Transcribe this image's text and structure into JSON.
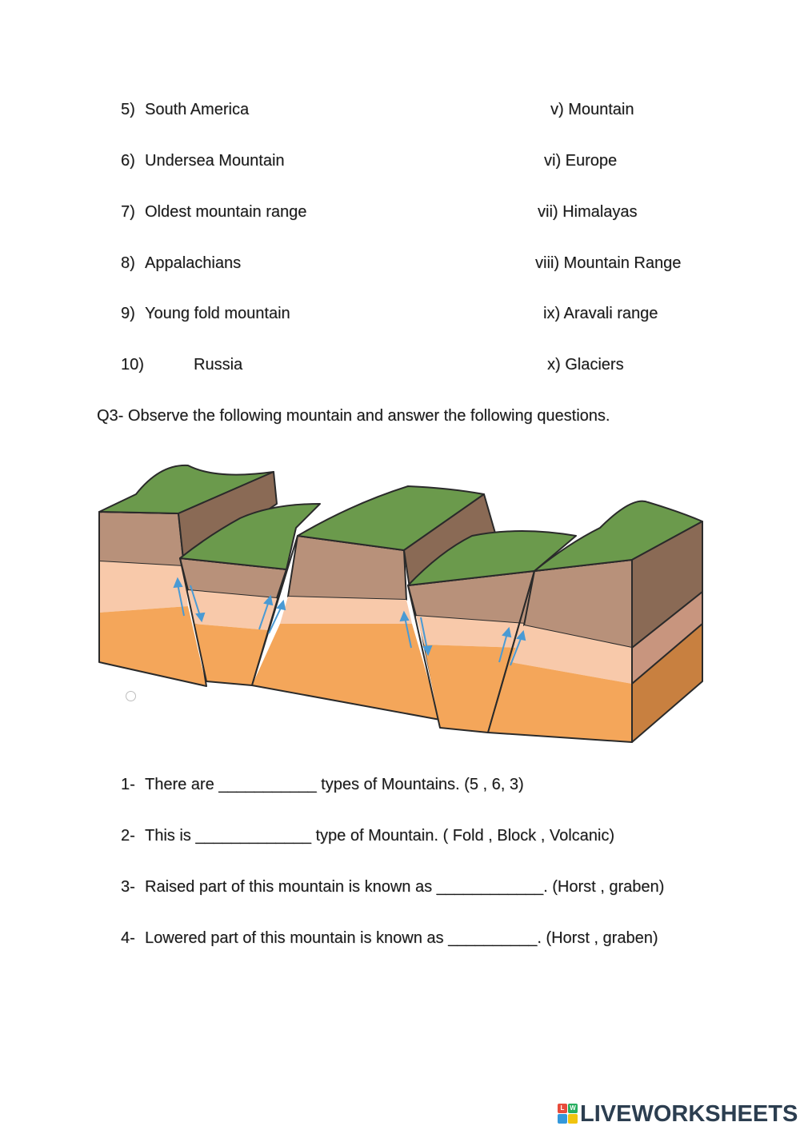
{
  "matching": {
    "left": [
      {
        "num": "5)",
        "text": "South America"
      },
      {
        "num": "6)",
        "text": "Undersea Mountain"
      },
      {
        "num": "7)",
        "text": "Oldest mountain range"
      },
      {
        "num": "8)",
        "text": "Appalachians"
      },
      {
        "num": "9)",
        "text": "Young fold mountain"
      },
      {
        "num": "10)",
        "text": "Russia"
      }
    ],
    "right": [
      "v) Mountain",
      "vi) Europe",
      "vii) Himalayas",
      "viii) Mountain Range",
      "ix) Aravali range",
      "x) Glaciers"
    ]
  },
  "q3": {
    "heading": "Q3- Observe the following mountain and answer the following questions.",
    "questions": [
      {
        "num": "1-",
        "text": "There are ___________ types of Mountains. (5 , 6, 3)"
      },
      {
        "num": "2-",
        "text": "This is _____________ type of Mountain. ( Fold , Block , Volcanic)"
      },
      {
        "num": "3-",
        "text": "Raised part of this mountain is known as ____________. (Horst , graben)"
      },
      {
        "num": "4-",
        "text": "Lowered part of this mountain is known as __________. (Horst , graben)"
      }
    ]
  },
  "logo": {
    "text": "LIVEWORKSHEETS",
    "tiles": [
      "L",
      "W"
    ],
    "colors": {
      "text": "#2c3e50",
      "tile1": "#e74c3c",
      "tile2": "#27ae60",
      "tile3": "#3498db",
      "tile4": "#f1c40f"
    }
  },
  "colors": {
    "grass": "#6b9a4c",
    "rock_top": "#b8917a",
    "layer_light": "#f8c9aa",
    "layer_orange": "#f4a65a",
    "side_dark": "#8a6a55",
    "arrow": "#4a9ad4"
  }
}
